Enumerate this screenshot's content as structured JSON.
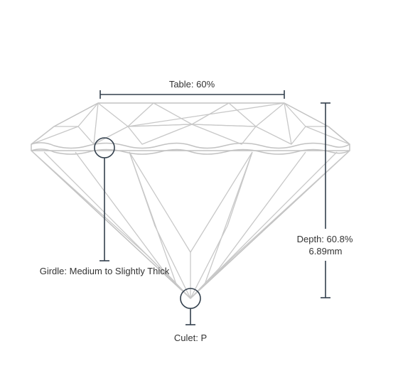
{
  "table_label": "Table: 60%",
  "depth_label": "Depth: 60.8%",
  "depth_mm": "6.89mm",
  "girdle_label": "Girdle: Medium to Slightly Thick",
  "culet_label": "Culet: P",
  "colors": {
    "line": "#c8c8c8",
    "annotation": "#33404d",
    "text": "#333333"
  }
}
